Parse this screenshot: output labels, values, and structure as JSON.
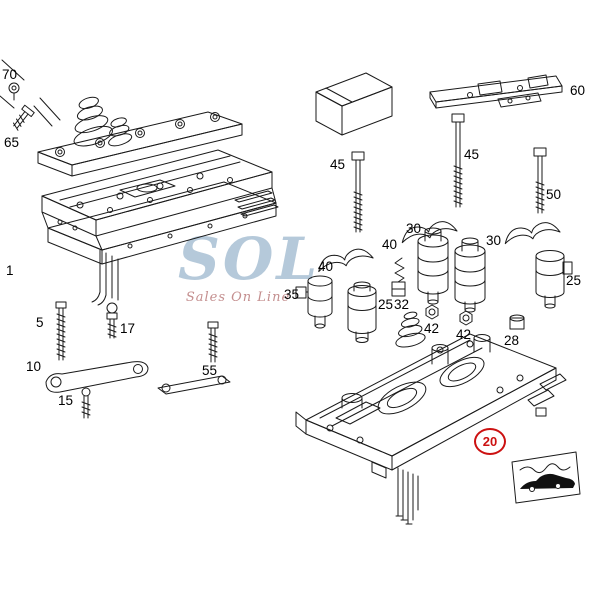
{
  "watermark": {
    "title": "SOL",
    "subtitle": "Sales On Line"
  },
  "labels": {
    "l70": "70",
    "l65": "65",
    "l1": "1",
    "l5": "5",
    "l17": "17",
    "l10": "10",
    "l15": "15",
    "l55": "55",
    "l35": "35",
    "l25a": "25",
    "l25b": "25",
    "l30a": "30",
    "l30b": "30",
    "l40a": "40",
    "l40b": "40",
    "l45a": "45",
    "l45b": "45",
    "l50": "50",
    "l60": "60",
    "l32": "32",
    "l42a": "42",
    "l42b": "42",
    "l28": "28"
  },
  "highlight": {
    "label": "20",
    "color": "#cc1111"
  },
  "colors": {
    "line": "#1a1a1a",
    "background": "#ffffff",
    "watermark_blue": "#aec4d6",
    "watermark_red": "#c48f8f"
  }
}
